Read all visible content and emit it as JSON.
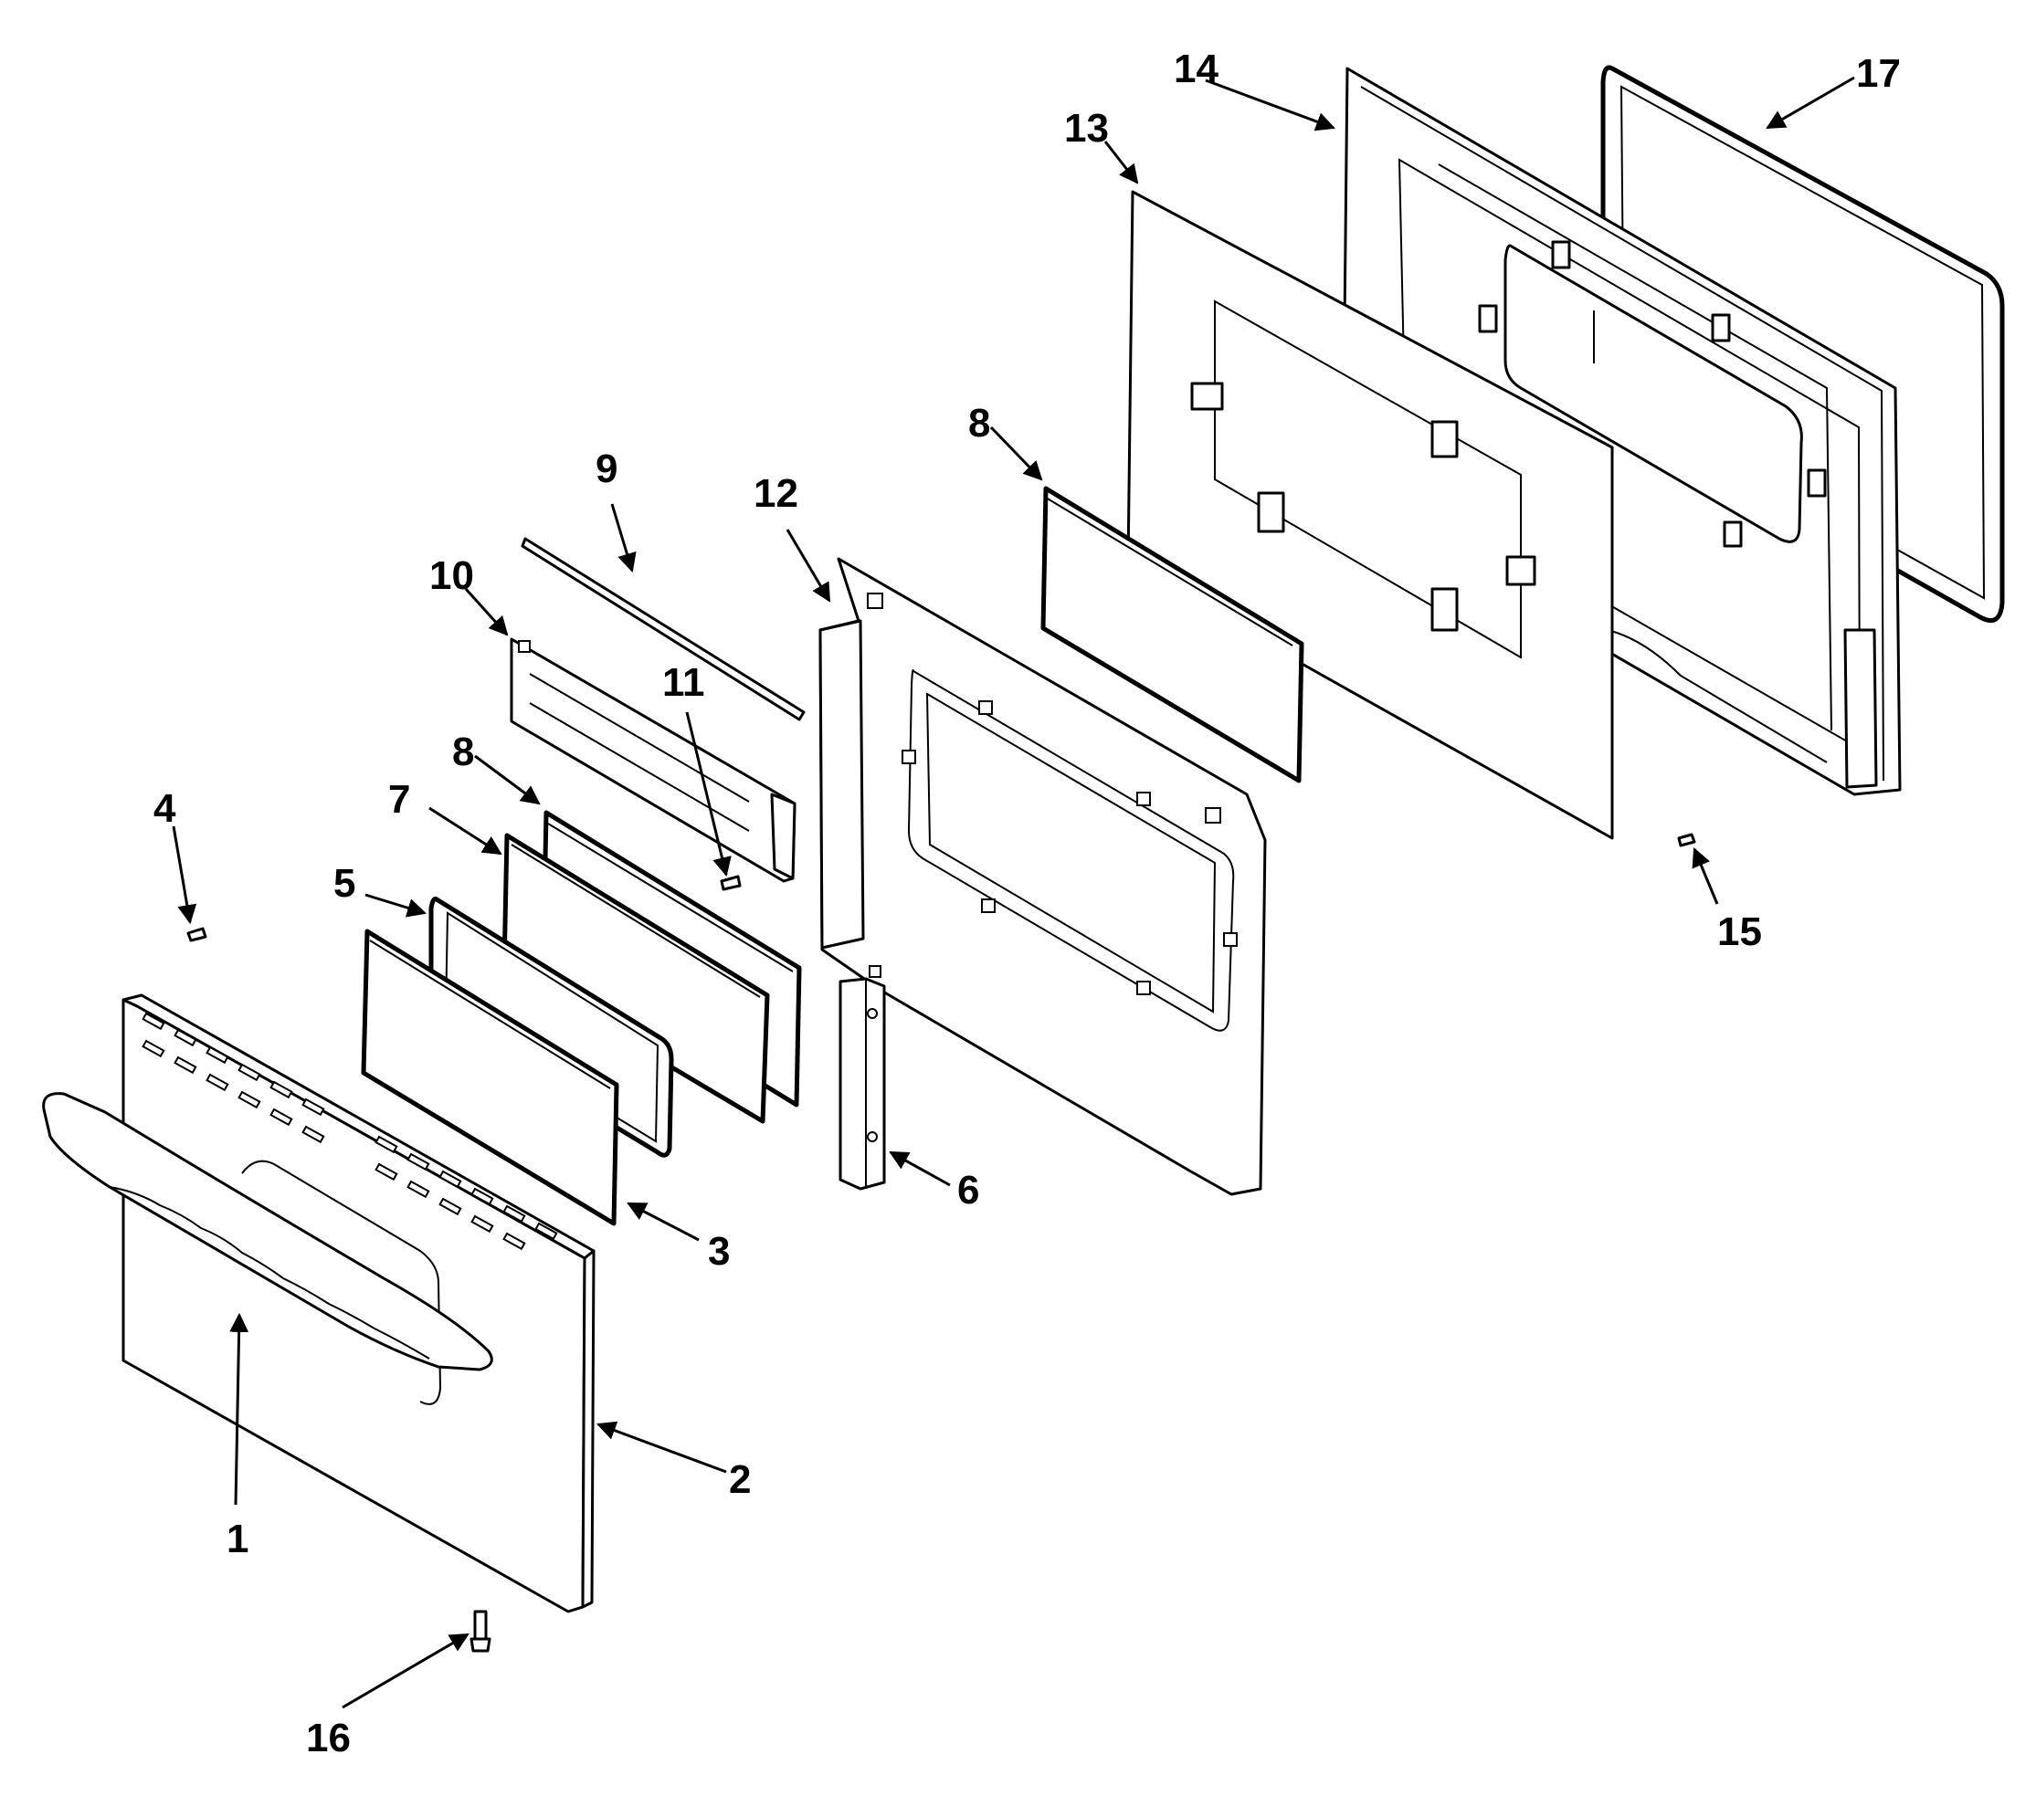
{
  "diagram": {
    "callouts": [
      {
        "id": "c1",
        "label": "1"
      },
      {
        "id": "c2",
        "label": "2"
      },
      {
        "id": "c3",
        "label": "3"
      },
      {
        "id": "c4",
        "label": "4"
      },
      {
        "id": "c5",
        "label": "5"
      },
      {
        "id": "c6",
        "label": "6"
      },
      {
        "id": "c7",
        "label": "7"
      },
      {
        "id": "c8a",
        "label": "8"
      },
      {
        "id": "c8b",
        "label": "8"
      },
      {
        "id": "c9",
        "label": "9"
      },
      {
        "id": "c10",
        "label": "10"
      },
      {
        "id": "c11",
        "label": "11"
      },
      {
        "id": "c12",
        "label": "12"
      },
      {
        "id": "c13",
        "label": "13"
      },
      {
        "id": "c14",
        "label": "14"
      },
      {
        "id": "c15",
        "label": "15"
      },
      {
        "id": "c16",
        "label": "16"
      },
      {
        "id": "c17",
        "label": "17"
      }
    ]
  }
}
